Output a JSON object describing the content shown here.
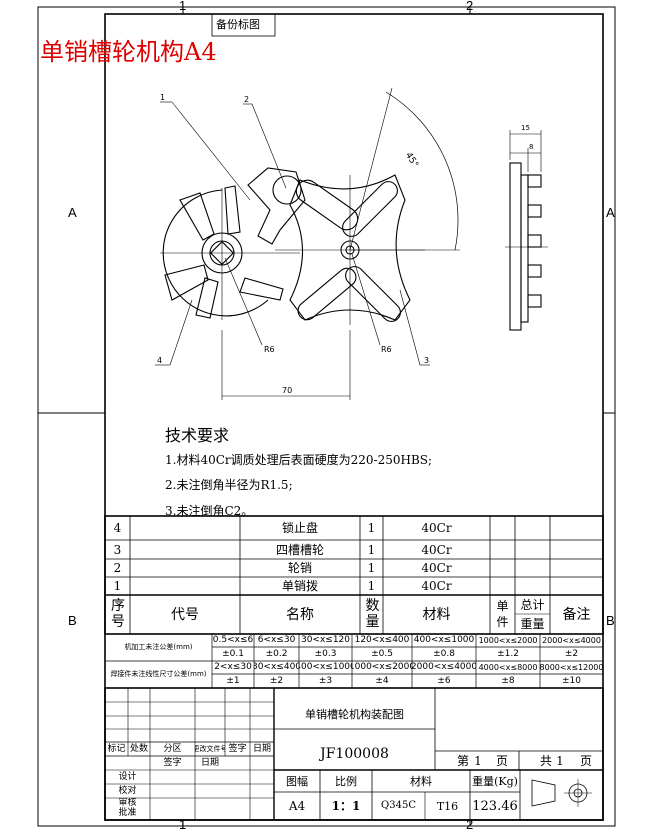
{
  "sheet": {
    "title": "单销槽轮机构A4",
    "stamp": "备份标图",
    "zones_top": [
      "1",
      "2"
    ],
    "zones_side": [
      "A",
      "B"
    ]
  },
  "drawing": {
    "balloons": [
      "1",
      "2",
      "3",
      "4"
    ],
    "angle": "45°",
    "radius_left": "R6",
    "radius_right": "R6",
    "dim_center": "70",
    "dim_side_outer": "15",
    "dim_side_inner": "8"
  },
  "requirements": {
    "heading": "技术要求",
    "items": [
      "1.材料40Cr调质处理后表面硬度为220-250HBS;",
      "2.未注倒角半径为R1.5;",
      "3.未注倒角C2。"
    ]
  },
  "bom": {
    "rows": [
      {
        "no": "4",
        "name": "锁止盘",
        "qty": "1",
        "material": "40Cr"
      },
      {
        "no": "3",
        "name": "四槽槽轮",
        "qty": "1",
        "material": "40Cr"
      },
      {
        "no": "2",
        "name": "轮销",
        "qty": "1",
        "material": "40Cr"
      },
      {
        "no": "1",
        "name": "单销拨",
        "qty": "1",
        "material": "40Cr"
      }
    ],
    "header": {
      "no": "序号",
      "code": "代号",
      "name": "名称",
      "qty": "数量",
      "material": "材料",
      "unit_weight": "单件",
      "total_weight": "总计",
      "weight": "重量",
      "remark": "备注"
    }
  },
  "tolerance": {
    "row1_label": "机加工未注公差(mm)",
    "row1_ranges": [
      "0.5<x≤6",
      "6<x≤30",
      "30<x≤120",
      "120<x≤400",
      "400<x≤1000",
      "1000<x≤2000",
      "2000<x≤4000"
    ],
    "row1_values": [
      "±0.1",
      "±0.2",
      "±0.3",
      "±0.5",
      "±0.8",
      "±1.2",
      "±2"
    ],
    "row2_label": "焊接件未注线性尺寸公差(mm)",
    "row2_ranges": [
      "2<x≤30",
      "30<x≤400",
      "400<x≤1000",
      "1000<x≤2000",
      "2000<x≤4000",
      "4000<x≤8000",
      "8000<x≤12000"
    ],
    "row2_values": [
      "±1",
      "±2",
      "±3",
      "±4",
      "±6",
      "±8",
      "±10"
    ]
  },
  "titleblock": {
    "assembly_name": "单销槽轮机构装配图",
    "drawing_no": "JF100008",
    "sheet_prefix": "第",
    "sheet_no": "1",
    "sheet_suffix": "页",
    "total_prefix": "共",
    "total_no": "1",
    "total_suffix": "页",
    "rev_labels": [
      "标记",
      "处数",
      "分区",
      "更改文件号",
      "签字",
      "日期"
    ],
    "sign_labels": [
      "设计",
      "校对",
      "审核",
      "批准"
    ],
    "sign_col1": "签字",
    "sign_col2": "日期",
    "format_label": "图幅",
    "scale_label": "比例",
    "material_label": "材料",
    "weight_label": "重量(Kg)",
    "format_value": "A4",
    "scale_value": "1：1",
    "material_value": "Q345C",
    "thickness_value": "T16",
    "weight_value": "123.46"
  }
}
